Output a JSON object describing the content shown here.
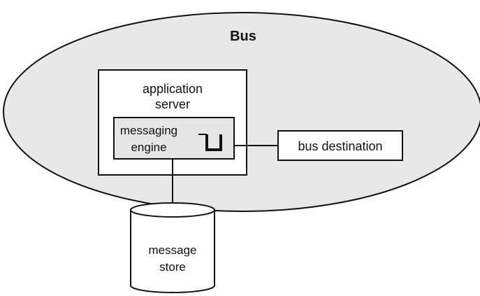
{
  "diagram": {
    "bus_label": "Bus",
    "app_server_label_line1": "application",
    "app_server_label_line2": "server",
    "engine_label_line1": "messaging",
    "engine_label_line2": "engine",
    "destination_label": "bus destination",
    "store_label_line1": "message",
    "store_label_line2": "store"
  },
  "colors": {
    "bus_fill": "#e8e8e8",
    "engine_fill": "#e6e6e6",
    "box_fill": "#ffffff",
    "stroke": "#111111"
  }
}
